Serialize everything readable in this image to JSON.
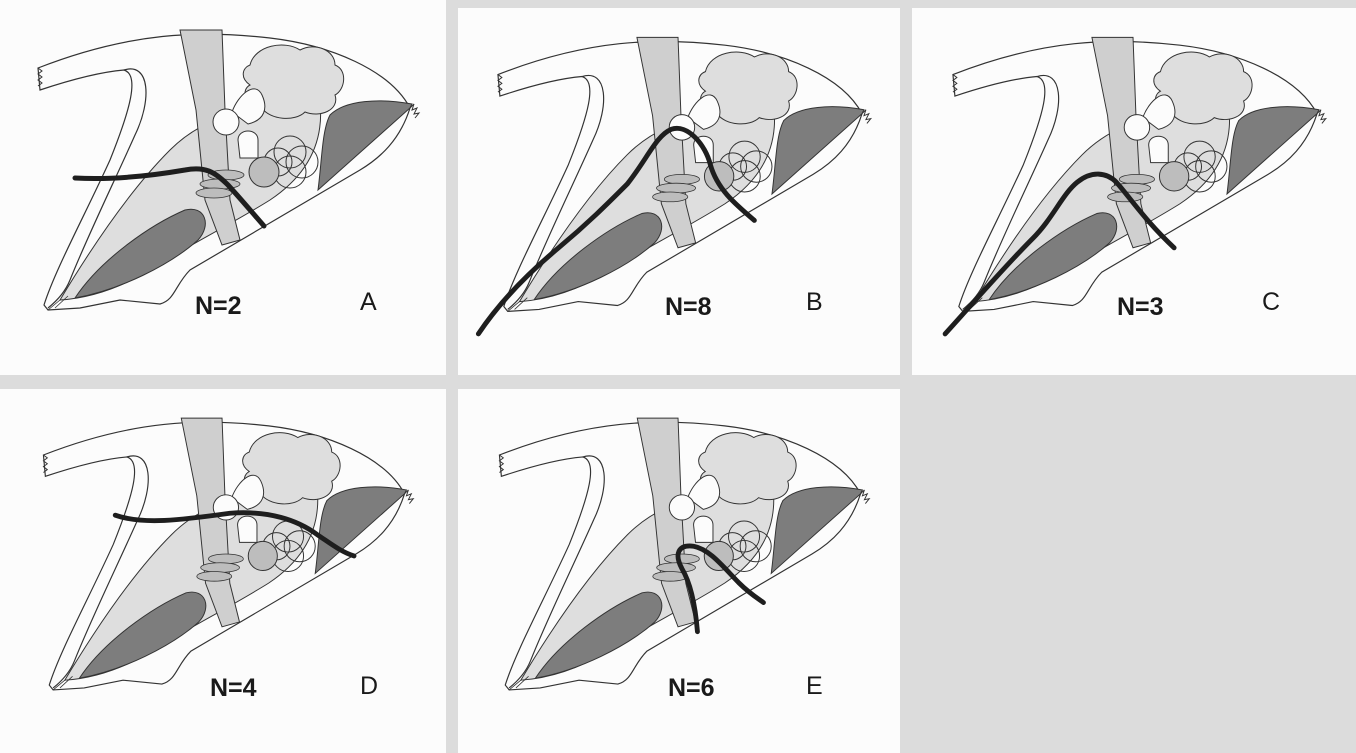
{
  "panels": [
    {
      "id": "A",
      "letter": "A",
      "count": "N=2",
      "route": "route-a"
    },
    {
      "id": "B",
      "letter": "B",
      "count": "N=8",
      "route": "route-b"
    },
    {
      "id": "C",
      "letter": "C",
      "count": "N=3",
      "route": "route-c"
    },
    {
      "id": "D",
      "letter": "D",
      "count": "N=4",
      "route": "route-d"
    },
    {
      "id": "E",
      "letter": "E",
      "count": "N=6",
      "route": "route-e"
    }
  ],
  "colors": {
    "background": "#dcdcdc",
    "panel": "#fcfcfc",
    "outline": "#333333",
    "light_fill": "#dedede",
    "mid_fill": "#bdbdbd",
    "dark_fill": "#7d7d7d",
    "route_line": "#1e1e1e"
  }
}
